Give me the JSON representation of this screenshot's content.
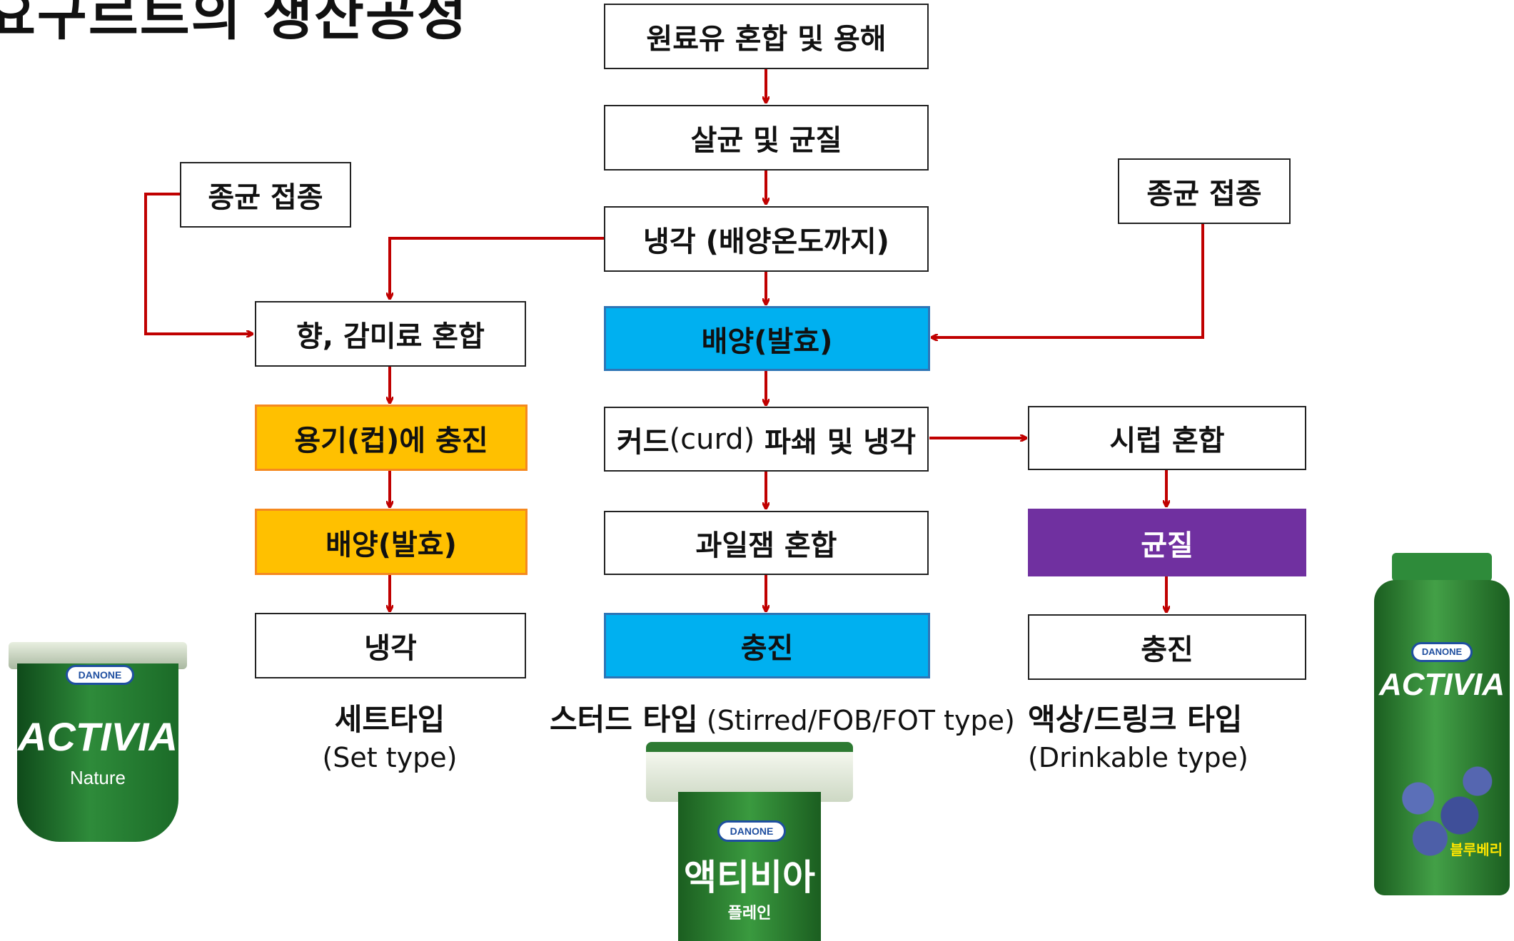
{
  "title": "요구르트의 생산공정",
  "center_column": {
    "raw_mix": "원료유 혼합 및 용해",
    "sterilize": "살균 및 균질",
    "cooling": "냉각 (배양온도까지)",
    "culture": "배양(발효)",
    "curd_prefix": "커드",
    "curd_middle": "(curd)",
    "curd_suffix": " 파쇄 및 냉각",
    "fruit_jam": "과일잼 혼합",
    "fill": "충진"
  },
  "left_column": {
    "starter": "종균 접종",
    "flavor": "향, 감미료 혼합",
    "container_fill": "용기(컵)에 충진",
    "culture": "배양(발효)",
    "cool": "냉각"
  },
  "right_column": {
    "starter": "종균 접종",
    "syrup": "시럽 혼합",
    "homogenize": "균질",
    "fill": "충진"
  },
  "labels": {
    "set_type": "세트타입",
    "set_type_en": "(Set type)",
    "stirred_type": "스터드 타입",
    "stirred_type_en": "(Stirred/FOB/FOT type)",
    "drink_type": "액상/드링크 타입",
    "drink_type_en": "(Drinkable type)"
  },
  "products": {
    "cup_brand": "DANONE",
    "cup_name": "ACTIVIA",
    "cup_variant": "Nature",
    "stirred_brand": "DANONE",
    "stirred_name": "액티비아",
    "stirred_variant": "플레인",
    "bottle_brand": "DANONE",
    "bottle_name": "ACTIVIA",
    "bottle_variant": "블루베리"
  },
  "colors": {
    "arrow": "#c00000",
    "blue_box": "#00b0f0",
    "orange_box": "#ffc000",
    "purple_box": "#7030a0"
  }
}
